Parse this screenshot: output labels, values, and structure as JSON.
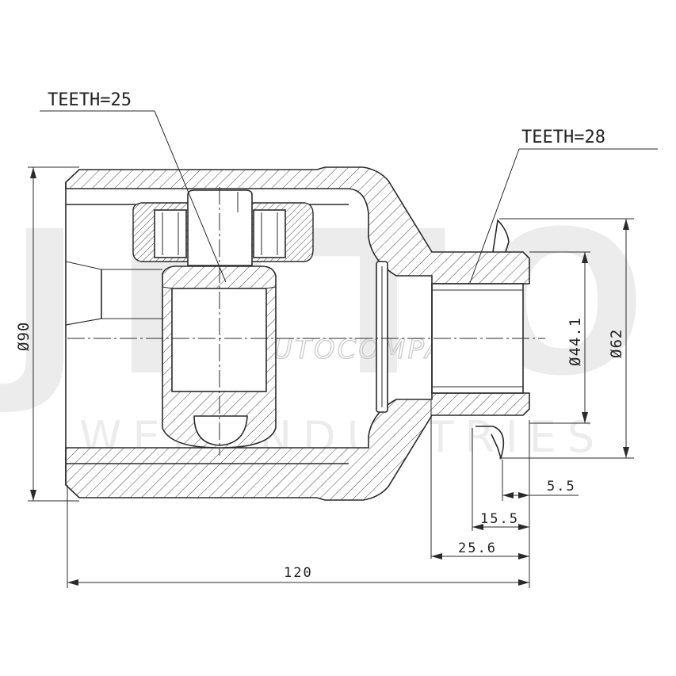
{
  "watermark": {
    "big": "JNTO",
    "sub": "WEX INDUSTRIES",
    "brand": "AUTOCOMPAS"
  },
  "labels": {
    "teeth_left": "TEETH=25",
    "teeth_right": "TEETH=28"
  },
  "dimensions": {
    "d90": "Ø90",
    "d44": "Ø44.1",
    "d62": "Ø62",
    "l55": "5.5",
    "l155": "15.5",
    "l256": "25.6",
    "l120": "120"
  }
}
